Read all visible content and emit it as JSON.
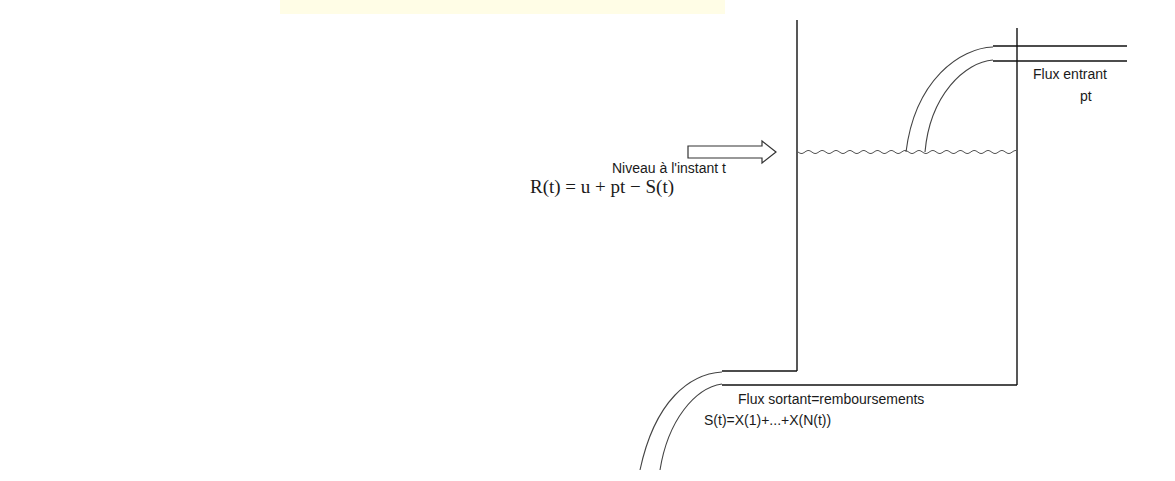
{
  "diagram": {
    "labels": [
      "Flux entrant",
      "pt",
      "Niveau à l'instant t",
      "R(t) = u + pt − S(t)",
      "Flux sortant=remboursements",
      "S(t)=X(1)+...+X(N(t))"
    ]
  }
}
